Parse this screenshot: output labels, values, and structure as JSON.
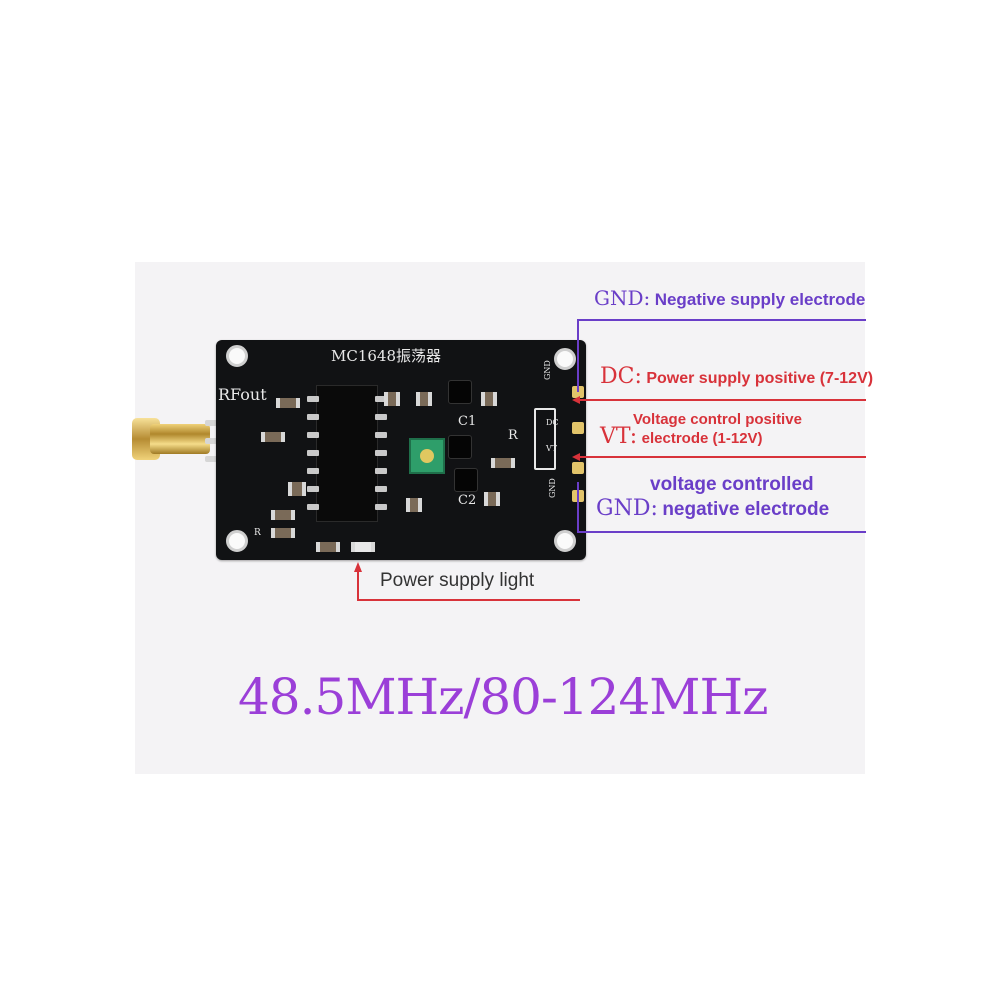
{
  "board": {
    "title_silk": "MC1648振荡器",
    "rfout_silk": "RFout",
    "pin_silk_gnd_top": "GND",
    "pin_silk_dc": "DC",
    "pin_silk_vt": "VT",
    "pin_silk_gnd_bottom": "GND",
    "c1_silk": "C1",
    "c2_silk": "C2",
    "r_silk": "R",
    "r_small_silk": "R"
  },
  "annotations": {
    "gnd_top": {
      "key": "GND:",
      "text": "Negative supply electrode",
      "color": "#6a3ec8"
    },
    "dc": {
      "key": "DC:",
      "text": "Power supply positive (7-12V)",
      "color": "#d8323a"
    },
    "vt": {
      "key": "VT:",
      "text_line1": "Voltage control positive",
      "text_line2": "electrode (1-12V)",
      "color": "#d8323a"
    },
    "gnd_bottom": {
      "key": "GND:",
      "text_line1": "voltage controlled",
      "text_line2": "negative electrode",
      "color": "#6a3ec8"
    },
    "power_light": {
      "text": "Power supply light",
      "color": "#d8323a",
      "text_color": "#333333"
    }
  },
  "frequency_caption": {
    "text": "48.5MHz/80-124MHz",
    "color": "#9b3fd8"
  }
}
